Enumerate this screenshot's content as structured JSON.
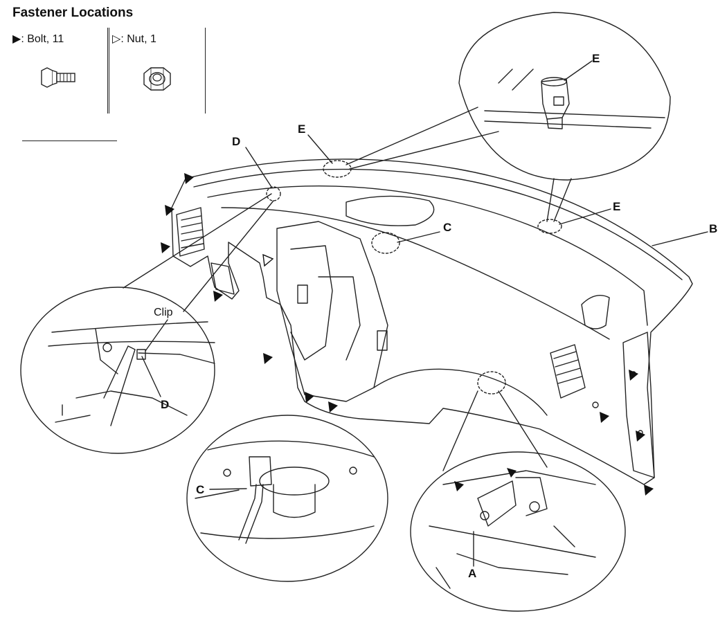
{
  "title": "Fastener Locations",
  "legend": {
    "bolt": {
      "symbol": "▶",
      "label": ": Bolt, 11",
      "icon": "bolt-icon"
    },
    "nut": {
      "symbol": "▷",
      "label": ": Nut, 1",
      "icon": "nut-icon"
    }
  },
  "callouts": {
    "A": "A",
    "B": "B",
    "C": "C",
    "D": "D",
    "E": "E",
    "clip": "Clip"
  },
  "colors": {
    "line": "#222222",
    "background": "#ffffff"
  }
}
